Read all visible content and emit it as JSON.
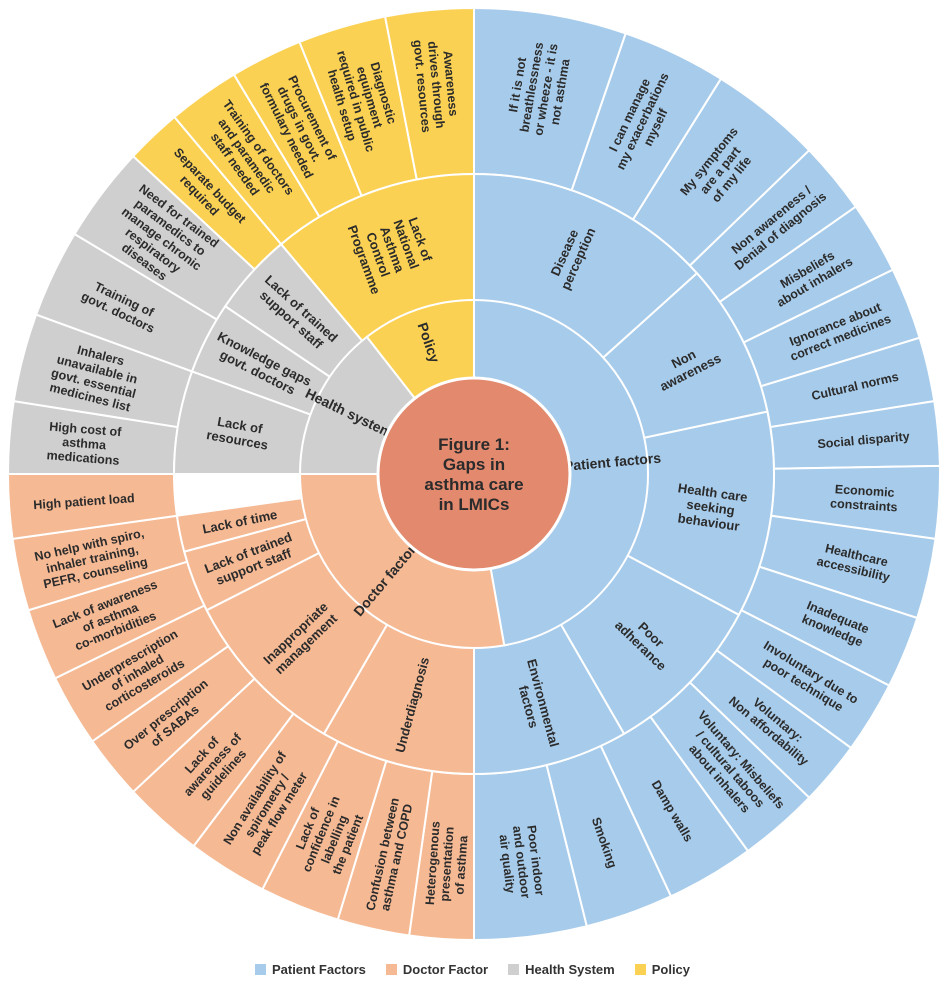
{
  "center": {
    "lines": [
      "Figure 1:",
      "Gaps in",
      "asthma care",
      "in LMICs"
    ]
  },
  "colors": {
    "patient": "#a7cbea",
    "doctor": "#f5b994",
    "health": "#cfcfcf",
    "policy": "#fbd153",
    "center": "#e2896e",
    "border": "#ffffff"
  },
  "categories": [
    {
      "key": "patient",
      "label": "Patient factors",
      "from": 0,
      "to": 170
    },
    {
      "key": "doctor",
      "label": "Doctor factor",
      "from": 170,
      "to": 270
    },
    {
      "key": "health",
      "label": "Health system",
      "from": 270,
      "to": 322
    },
    {
      "key": "policy",
      "label": "Policy",
      "from": 322,
      "to": 360
    }
  ],
  "subcategories": [
    {
      "key": "patient",
      "lines": [
        "Disease",
        "perception"
      ],
      "from": 0,
      "to": 48
    },
    {
      "key": "patient",
      "lines": [
        "Non",
        "awareness"
      ],
      "from": 48,
      "to": 78
    },
    {
      "key": "patient",
      "lines": [
        "Health care",
        "seeking",
        "behaviour"
      ],
      "from": 78,
      "to": 118
    },
    {
      "key": "patient",
      "lines": [
        "Poor",
        "adherance"
      ],
      "from": 118,
      "to": 150
    },
    {
      "key": "patient",
      "lines": [
        "Environmental",
        "factors"
      ],
      "from": 150,
      "to": 180
    },
    {
      "key": "doctor",
      "lines": [
        "Underdiagnosis"
      ],
      "from": 180,
      "to": 210
    },
    {
      "key": "doctor",
      "lines": [
        "Inappropriate",
        "management"
      ],
      "from": 210,
      "to": 243
    },
    {
      "key": "doctor",
      "lines": [
        "Lack of trained",
        "support staff"
      ],
      "from": 243,
      "to": 255
    },
    {
      "key": "doctor",
      "lines": [
        "Lack of time"
      ],
      "from": 255,
      "to": 262
    },
    {
      "key": "health",
      "lines": [
        "Lack of",
        "resources"
      ],
      "from": 270,
      "to": 290
    },
    {
      "key": "health",
      "lines": [
        "Knowledge gaps",
        "govt. doctors"
      ],
      "from": 290,
      "to": 304
    },
    {
      "key": "health",
      "lines": [
        "Lack of trained",
        "support staff"
      ],
      "from": 304,
      "to": 320
    },
    {
      "key": "policy",
      "lines": [
        "Lack of",
        "National",
        "Asthma",
        "Control",
        "Programme"
      ],
      "from": 320,
      "to": 360
    }
  ],
  "outer": [
    {
      "key": "patient",
      "lines": [
        "If it is not",
        "breathlessness",
        "or wheeze - it is",
        "not asthma"
      ],
      "from": 0,
      "to": 19
    },
    {
      "key": "patient",
      "lines": [
        "I can manage",
        "my exacerbations",
        "myself"
      ],
      "from": 19,
      "to": 32
    },
    {
      "key": "patient",
      "lines": [
        "My symptoms",
        "are a part",
        "of my life"
      ],
      "from": 32,
      "to": 46
    },
    {
      "key": "patient",
      "lines": [
        "Non awareness /",
        "Denial of diagnosis"
      ],
      "from": 46,
      "to": 55
    },
    {
      "key": "patient",
      "lines": [
        "Misbeliefs",
        "about inhalers"
      ],
      "from": 55,
      "to": 64
    },
    {
      "key": "patient",
      "lines": [
        "Ignorance about",
        "correct medicines"
      ],
      "from": 64,
      "to": 73
    },
    {
      "key": "patient",
      "lines": [
        "Cultural norms"
      ],
      "from": 73,
      "to": 81
    },
    {
      "key": "patient",
      "lines": [
        "Social disparity"
      ],
      "from": 81,
      "to": 89
    },
    {
      "key": "patient",
      "lines": [
        "Economic",
        "constraints"
      ],
      "from": 89,
      "to": 98
    },
    {
      "key": "patient",
      "lines": [
        "Healthcare",
        "accessibility"
      ],
      "from": 98,
      "to": 108
    },
    {
      "key": "patient",
      "lines": [
        "Inadequate",
        "knowledge"
      ],
      "from": 108,
      "to": 117
    },
    {
      "key": "patient",
      "lines": [
        "Involuntary due to",
        "poor technique"
      ],
      "from": 117,
      "to": 126
    },
    {
      "key": "patient",
      "lines": [
        "Voluntary:",
        "Non affordability"
      ],
      "from": 126,
      "to": 134
    },
    {
      "key": "patient",
      "lines": [
        "Voluntary: Misbeliefs",
        "/ cultural taboos",
        "about inhalers"
      ],
      "from": 134,
      "to": 144
    },
    {
      "key": "patient",
      "lines": [
        "Damp walls"
      ],
      "from": 144,
      "to": 155
    },
    {
      "key": "patient",
      "lines": [
        "Smoking"
      ],
      "from": 155,
      "to": 166
    },
    {
      "key": "patient",
      "lines": [
        "Poor indoor",
        "and outdoor",
        "air quality"
      ],
      "from": 166,
      "to": 180
    },
    {
      "key": "doctor",
      "lines": [
        "Heterogenous",
        "presentation",
        "of asthma"
      ],
      "from": 180,
      "to": 188
    },
    {
      "key": "doctor",
      "lines": [
        "Confusion between",
        "asthma and COPD"
      ],
      "from": 188,
      "to": 197
    },
    {
      "key": "doctor",
      "lines": [
        "Lack of",
        "confidence in",
        "labelling",
        "the patient"
      ],
      "from": 197,
      "to": 207
    },
    {
      "key": "doctor",
      "lines": [
        "Non availability of",
        "spirometry /",
        "peak flow meter"
      ],
      "from": 207,
      "to": 217
    },
    {
      "key": "doctor",
      "lines": [
        "Lack of",
        "awareness of",
        "guidelines"
      ],
      "from": 217,
      "to": 227
    },
    {
      "key": "doctor",
      "lines": [
        "Over prescription",
        "of SABAs"
      ],
      "from": 227,
      "to": 235
    },
    {
      "key": "doctor",
      "lines": [
        "Underprescription",
        "of inhaled",
        "corticosteroids"
      ],
      "from": 235,
      "to": 244
    },
    {
      "key": "doctor",
      "lines": [
        "Lack of awareness",
        "of asthma",
        "co-morbidities"
      ],
      "from": 244,
      "to": 253
    },
    {
      "key": "doctor",
      "lines": [
        "No help with spiro,",
        "inhaler training,",
        "PEFR, counseling"
      ],
      "from": 253,
      "to": 262
    },
    {
      "key": "doctor",
      "lines": [
        "High patient load"
      ],
      "from": 262,
      "to": 270
    },
    {
      "key": "health",
      "lines": [
        "High cost of",
        "asthma",
        "medications"
      ],
      "from": 270,
      "to": 279
    },
    {
      "key": "health",
      "lines": [
        "Inhalers",
        "unavailable in",
        "govt. essential",
        "medicines list"
      ],
      "from": 279,
      "to": 290
    },
    {
      "key": "health",
      "lines": [
        "Training of",
        "govt. doctors"
      ],
      "from": 290,
      "to": 301
    },
    {
      "key": "health",
      "lines": [
        "Need for trained",
        "paramedics to",
        "manage chronic",
        "respiratory",
        "diseases"
      ],
      "from": 301,
      "to": 313
    },
    {
      "key": "policy",
      "lines": [
        "Separate budget",
        "required"
      ],
      "from": 313,
      "to": 320
    },
    {
      "key": "policy",
      "lines": [
        "Training of doctors",
        "and paramedic",
        "staff needed"
      ],
      "from": 320,
      "to": 329
    },
    {
      "key": "policy",
      "lines": [
        "Procurement of",
        "drugs in govt.",
        "formulary needed"
      ],
      "from": 329,
      "to": 338
    },
    {
      "key": "policy",
      "lines": [
        "Diagnostic",
        "equipment",
        "required in public",
        "health setup"
      ],
      "from": 338,
      "to": 349
    },
    {
      "key": "policy",
      "lines": [
        "Awareness",
        "drives through",
        "govt. resources"
      ],
      "from": 349,
      "to": 360
    }
  ],
  "legend": [
    {
      "key": "patient",
      "label": "Patient Factors"
    },
    {
      "key": "doctor",
      "label": "Doctor Factor"
    },
    {
      "key": "health",
      "label": "Health System"
    },
    {
      "key": "policy",
      "label": "Policy"
    }
  ]
}
